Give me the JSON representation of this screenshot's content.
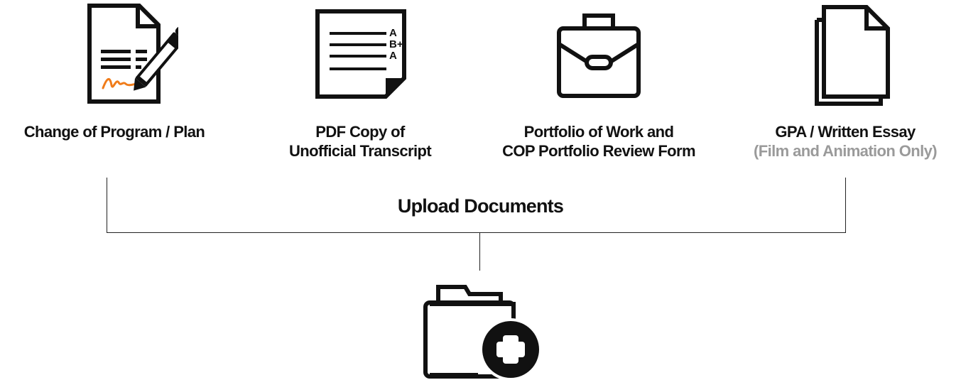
{
  "items": [
    {
      "icon": "signed-document-icon",
      "lines": [
        "Change of Program / Plan"
      ],
      "note": ""
    },
    {
      "icon": "transcript-icon",
      "lines": [
        "PDF Copy of",
        "Unofficial Transcript"
      ],
      "grades": [
        "A",
        "B+",
        "A"
      ],
      "note": ""
    },
    {
      "icon": "briefcase-icon",
      "lines": [
        "Portfolio of Work and",
        "COP Portfolio Review Form"
      ],
      "note": ""
    },
    {
      "icon": "documents-icon",
      "lines": [
        "GPA / Written Essay"
      ],
      "note": "(Film and Animation Only)"
    }
  ],
  "upload": {
    "title": "Upload Documents",
    "icon": "folder-add-icon"
  },
  "colors": {
    "ink": "#111111",
    "signature": "#f07c1a",
    "note": "#9a9a9a"
  }
}
